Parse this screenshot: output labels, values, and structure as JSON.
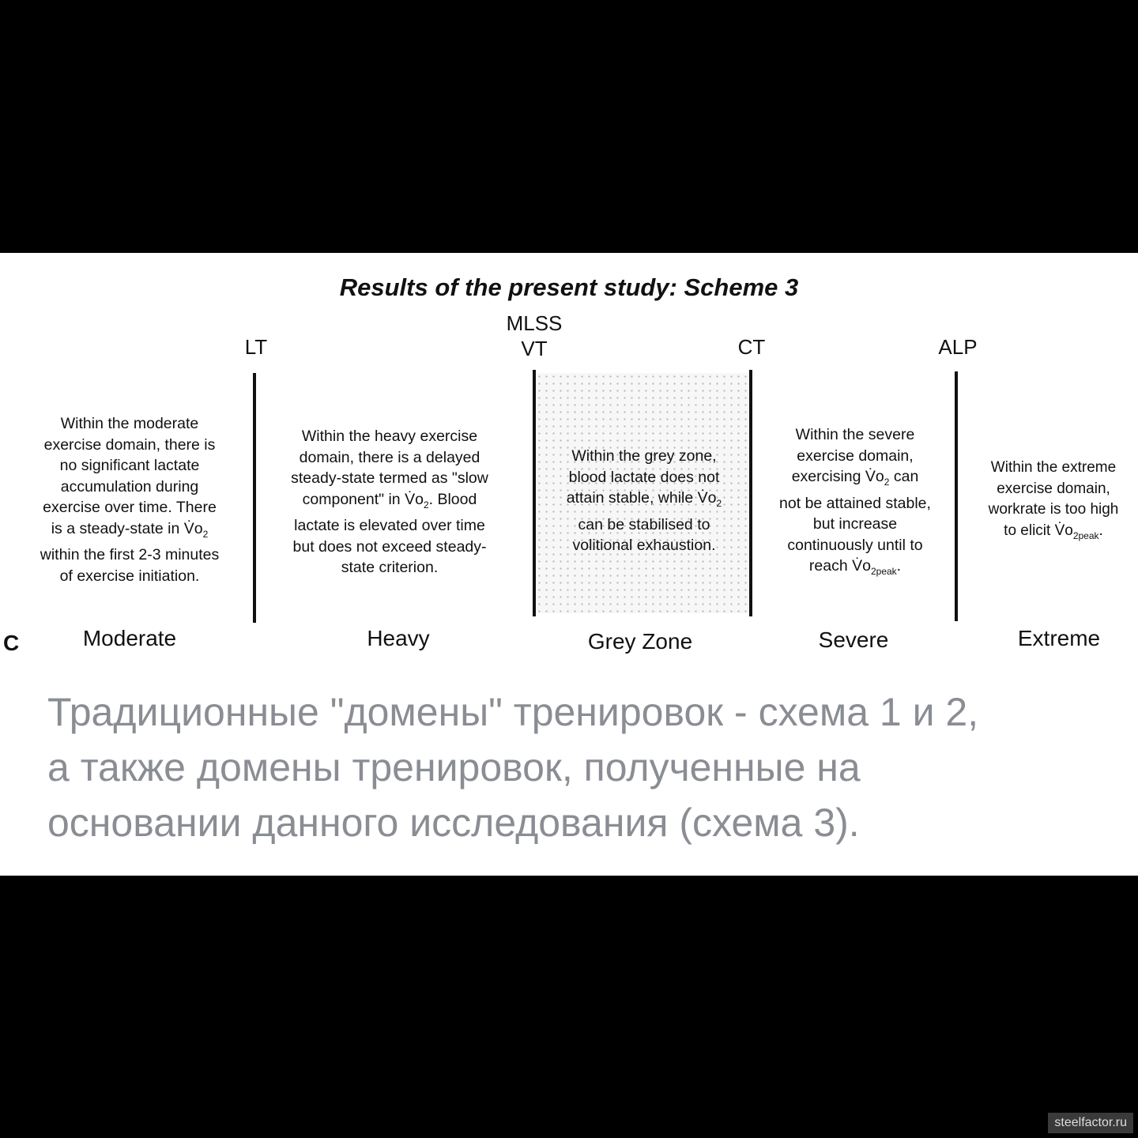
{
  "scheme": {
    "title": "Results of the present study: Scheme 3",
    "panel_letter": "C",
    "thresholds": {
      "lt": "LT",
      "mlss": "MLSS",
      "vt": "VT",
      "ct": "CT",
      "alp": "ALP"
    },
    "domains": [
      {
        "name": "Moderate",
        "lines": [
          "Within the moderate",
          "exercise domain, there is",
          "no significant lactate",
          "accumulation during",
          "exercise over time. There",
          "is a steady-state in V̇o",
          "within the first 2-3 minutes",
          "of exercise initiation."
        ]
      },
      {
        "name": "Heavy",
        "lines": [
          "Within the heavy exercise",
          "domain, there is a delayed",
          "steady-state termed as \"slow",
          "component\" in V̇o",
          ". Blood",
          "lactate is elevated over time",
          "but does not exceed steady-",
          "state criterion."
        ]
      },
      {
        "name": "Grey Zone",
        "lines": [
          "Within the grey zone,",
          "blood lactate does not",
          "attain stable, while V̇o",
          "can be stabilised to",
          "volitional exhaustion."
        ]
      },
      {
        "name": "Severe",
        "lines": [
          "Within the severe",
          "exercise domain,",
          "exercising V̇o",
          "can",
          "not be attained stable,",
          "but increase",
          "continuously until to",
          "reach V̇o",
          "."
        ]
      },
      {
        "name": "Extreme",
        "lines": [
          "Within the extreme",
          "exercise domain,",
          "workrate is too high",
          "to elicit V̇o",
          "."
        ]
      }
    ],
    "subscripts": {
      "two": "2",
      "two_peak": "2peak"
    }
  },
  "caption": {
    "line1": "Традиционные \"домены\" тренировок - схема 1 и 2,",
    "line2": "а также домены тренировок, полученные на",
    "line3": "основании данного исследования (схема 3)."
  },
  "watermark": "steelfactor.ru"
}
